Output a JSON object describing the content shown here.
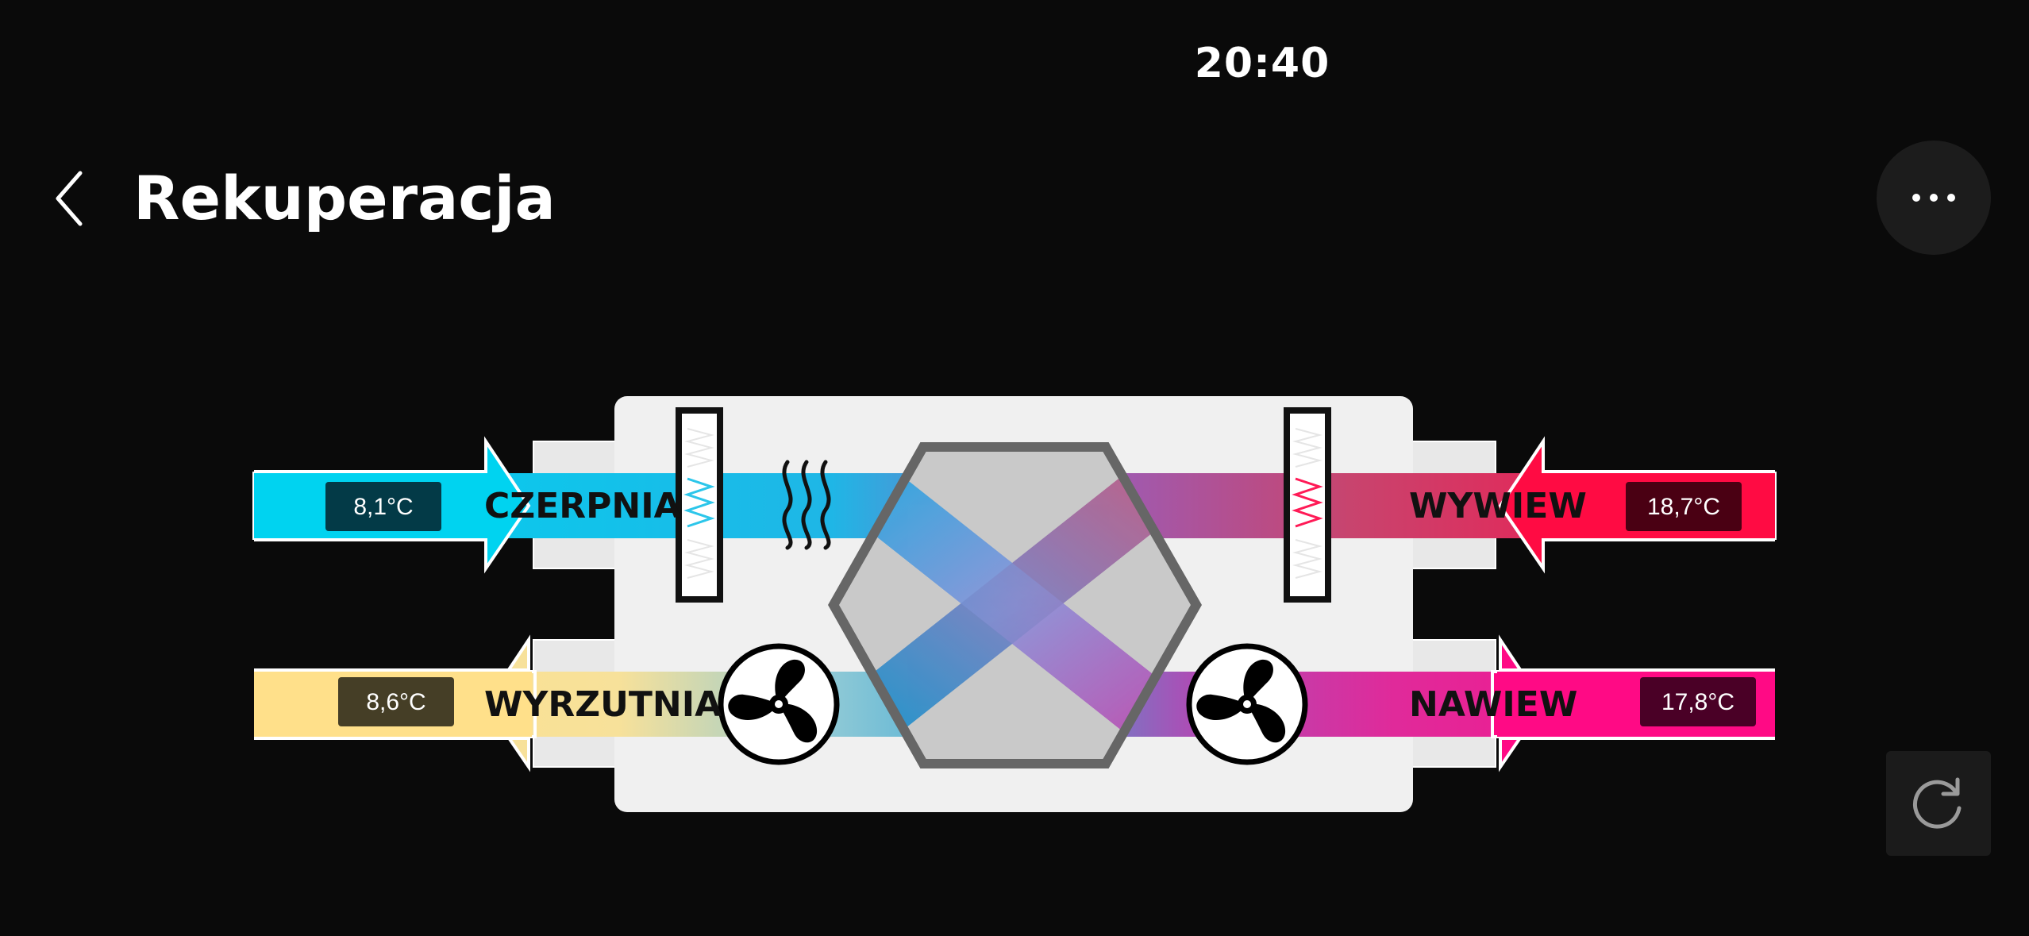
{
  "status_bar": {
    "time": "20:40"
  },
  "header": {
    "title": "Rekuperacja",
    "back_icon": "chevron-left-icon",
    "menu_icon": "more-horizontal-icon"
  },
  "diagram": {
    "intake": {
      "label": "CZERPNIA",
      "temperature": "8,1°C",
      "color": "#00d3f0"
    },
    "exhaust": {
      "label": "WYRZUTNIA",
      "temperature": "8,6°C",
      "color": "#ffe08a"
    },
    "extract": {
      "label": "WYWIEW",
      "temperature": "18,7°C",
      "color": "#ff0b43"
    },
    "supply": {
      "label": "NAWIEW",
      "temperature": "17,8°C",
      "color": "#ff0a85"
    }
  },
  "actions": {
    "refresh_icon": "refresh-icon"
  },
  "colors": {
    "background": "#0a0a0a",
    "unit_body": "#f0f0f0",
    "exchanger": "#c9c9c9"
  }
}
